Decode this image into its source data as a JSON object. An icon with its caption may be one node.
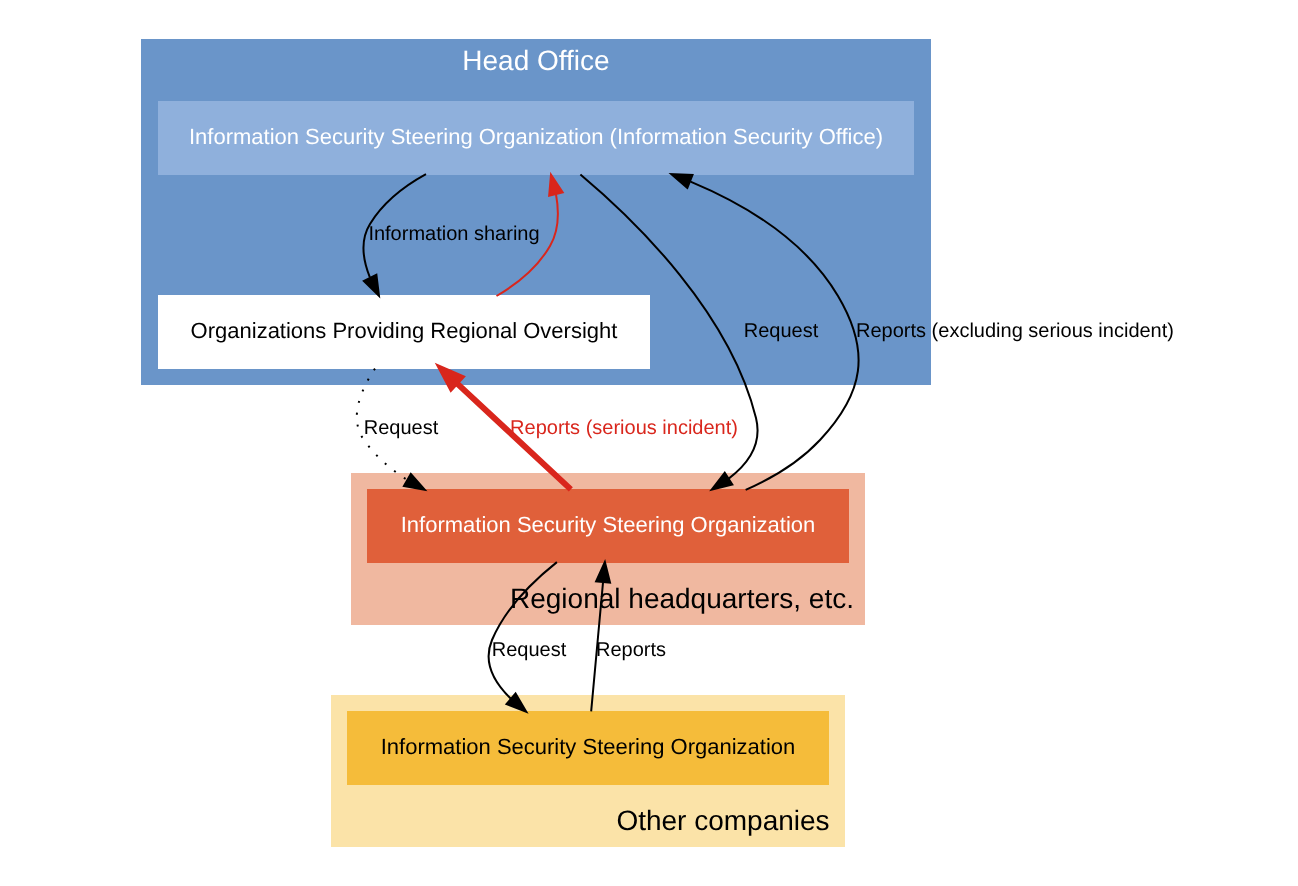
{
  "diagram": {
    "nodes": [
      {
        "text": [
          "Head Office"
        ]
      },
      {
        "text": [
          "Information Security Steering Organization (Information Security Office)"
        ],
        "in": 0
      },
      {
        "text": [
          "Organizations Providing Regional Oversight"
        ],
        "in": 0
      },
      {
        "text": [
          "Regional headquarters, etc."
        ]
      },
      {
        "text": [
          "Information Security Steering Organization"
        ],
        "in": 3
      },
      {
        "text": [
          "Other companies"
        ]
      },
      {
        "text": [
          "Information Security Steering Organization"
        ],
        "in": 5
      }
    ],
    "edges": [
      {
        "from": 1,
        "to": 4,
        "arrow": "to",
        "label": "Request"
      },
      {
        "from": 4,
        "to": 1,
        "arrow": "to",
        "label": "Reports (excluding serious incident)"
      },
      {
        "from": 1,
        "to": 2,
        "arrow": "to",
        "label": "Information sharing"
      },
      {
        "from": 2,
        "to": 4,
        "arrow": "to",
        "label": "Request",
        "style": "dashed"
      },
      {
        "from": 4,
        "to": 2,
        "arrow": "to",
        "label": "Reports (serious incident)",
        "style": "thick",
        "color": "#d9261c"
      },
      {
        "from": 2,
        "to": 1,
        "arrow": "to",
        "color": "#d9261c"
      },
      {
        "from": 4,
        "to": 6,
        "arrow": "to",
        "label": "Request"
      },
      {
        "from": 6,
        "to": 4,
        "arrow": "to",
        "label": "Reports"
      }
    ]
  }
}
